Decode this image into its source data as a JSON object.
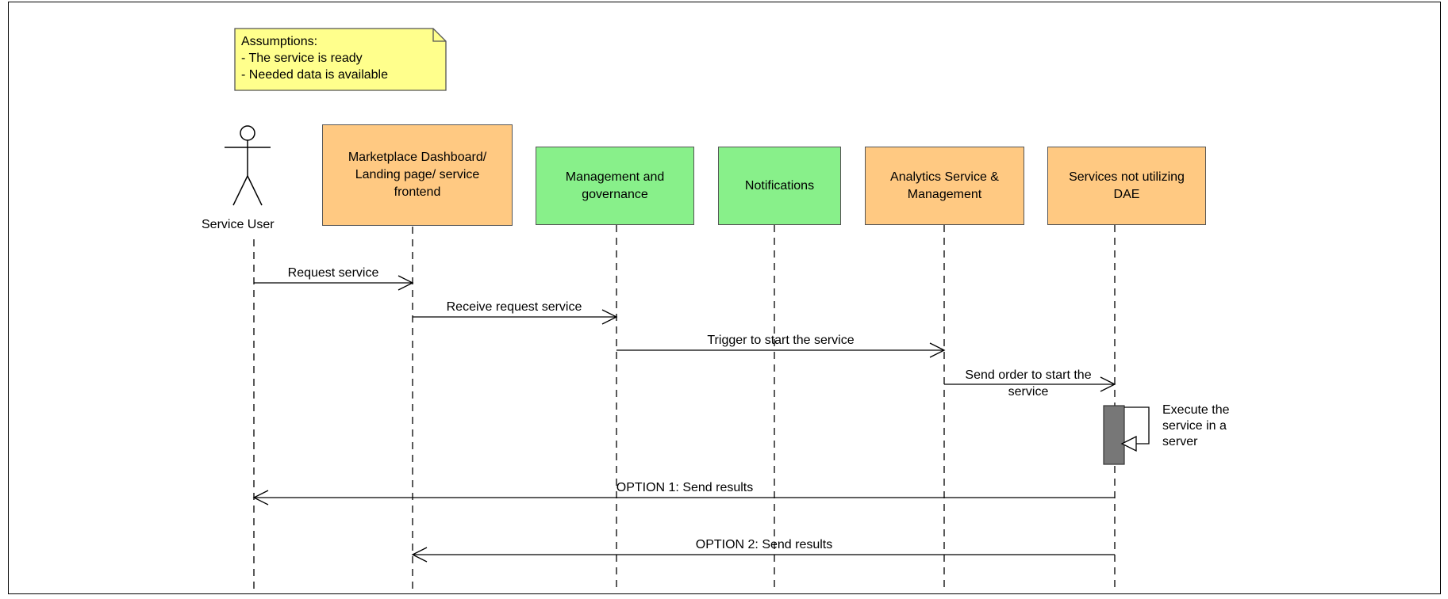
{
  "note": {
    "lines": [
      "Assumptions:",
      "- The service is ready",
      "- Needed data is available"
    ]
  },
  "actor": {
    "label": "Service User"
  },
  "lifelines": [
    {
      "label": "Marketplace Dashboard/ Landing page/ service frontend",
      "color": "#ffc982"
    },
    {
      "label": "Management and governance",
      "color": "#88f08a"
    },
    {
      "label": "Notifications",
      "color": "#88f08a"
    },
    {
      "label": "Analytics Service & Management",
      "color": "#ffc982"
    },
    {
      "label": "Services not utilizing DAE",
      "color": "#ffc982"
    }
  ],
  "messages": [
    {
      "label": "Request service"
    },
    {
      "label": "Receive request service"
    },
    {
      "label": "Trigger to start the service"
    },
    {
      "label": "Send order to start the service"
    },
    {
      "label": "Execute the service in a server"
    },
    {
      "label": "OPTION 1: Send results"
    },
    {
      "label": "OPTION 2: Send results"
    }
  ]
}
